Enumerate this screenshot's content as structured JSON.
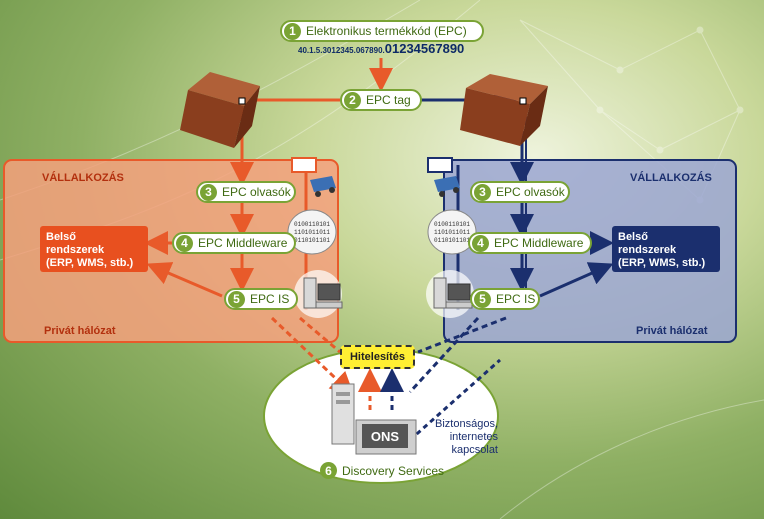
{
  "steps": {
    "s1": {
      "number": "1",
      "label": "Elektronikus termékkód (EPC)"
    },
    "s2": {
      "number": "2",
      "label": "EPC tag"
    },
    "s3_left": {
      "number": "3",
      "label": "EPC olvasók"
    },
    "s3_right": {
      "number": "3",
      "label": "EPC olvasók"
    },
    "s4_left": {
      "number": "4",
      "label": "EPC Middleware"
    },
    "s4_right": {
      "number": "4",
      "label": "EPC Middleware"
    },
    "s5_left": {
      "number": "5",
      "label": "EPC IS"
    },
    "s5_right": {
      "number": "5",
      "label": "EPC IS"
    },
    "s6": {
      "number": "6",
      "label": "Discovery Services"
    }
  },
  "epc_code": {
    "prefix": "40.1.5.3012345.067890.",
    "suffix": "01234567890"
  },
  "left_panel": {
    "title": "VÁLLALKOZÁS",
    "footer": "Privát hálózat",
    "systems": [
      "Belső",
      "rendszerek",
      "(ERP, WMS, stb.)"
    ]
  },
  "right_panel": {
    "title": "VÁLLALKOZÁS",
    "footer": "Privát hálózat",
    "systems": [
      "Belső",
      "rendszerek",
      "(ERP, WMS, stb.)"
    ]
  },
  "auth_label": "Hitelesítés",
  "ons_label": "ONS",
  "secure_conn": [
    "Biztonságos,",
    "internetes",
    "kapcsolat"
  ],
  "colors": {
    "orange": "#e85a2a",
    "orange_fill": "#f4a07c",
    "navy": "#1b2f6e",
    "navy_fill": "#9ba6d2",
    "green": "#7aa335",
    "yellow": "#ffef33"
  },
  "icons": [
    "box-icon",
    "reader-icon",
    "binary-data-icon",
    "computer-icon",
    "server-icon"
  ]
}
